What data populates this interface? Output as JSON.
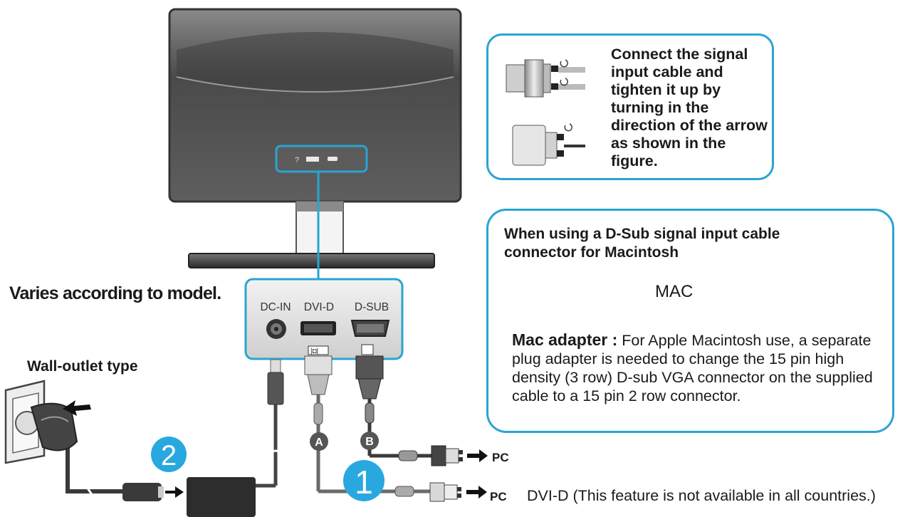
{
  "notes": {
    "connect": "Connect the signal input cable and tighten it up by turning in the direction of the arrow as shown in the figure.",
    "mac_heading": "When using a D-Sub signal input cable connector for Macintosh",
    "mac_arrow_label": "MAC",
    "mac_adapter_title": "Mac adapter :",
    "mac_adapter_text": " For Apple Macintosh use, a separate plug adapter is needed to change the 15 pin high density (3 row) D-sub VGA connector on the supplied cable to a 15 pin  2 row connector."
  },
  "labels": {
    "varies": "Varies according to model.",
    "wall_outlet": "Wall-outlet type",
    "port_dc_in": "DC-IN",
    "port_dvi_d": "DVI-D",
    "port_d_sub": "D-SUB",
    "marker_a": "A",
    "marker_b": "B",
    "step_1": "1",
    "step_2": "2",
    "pc_upper": "PC",
    "pc_lower": "PC",
    "dvi_note": "DVI-D (This feature is not available in all countries.)"
  },
  "colors": {
    "accent_blue": "#2aa4d3",
    "step_blue": "#29a8e0",
    "monitor_dark": "#555555"
  },
  "icons": [
    "monitor-back-icon",
    "power-adapter-icon",
    "wall-plug-icon",
    "dvi-connector-icon",
    "vga-connector-icon",
    "mac-adapter-icon"
  ]
}
